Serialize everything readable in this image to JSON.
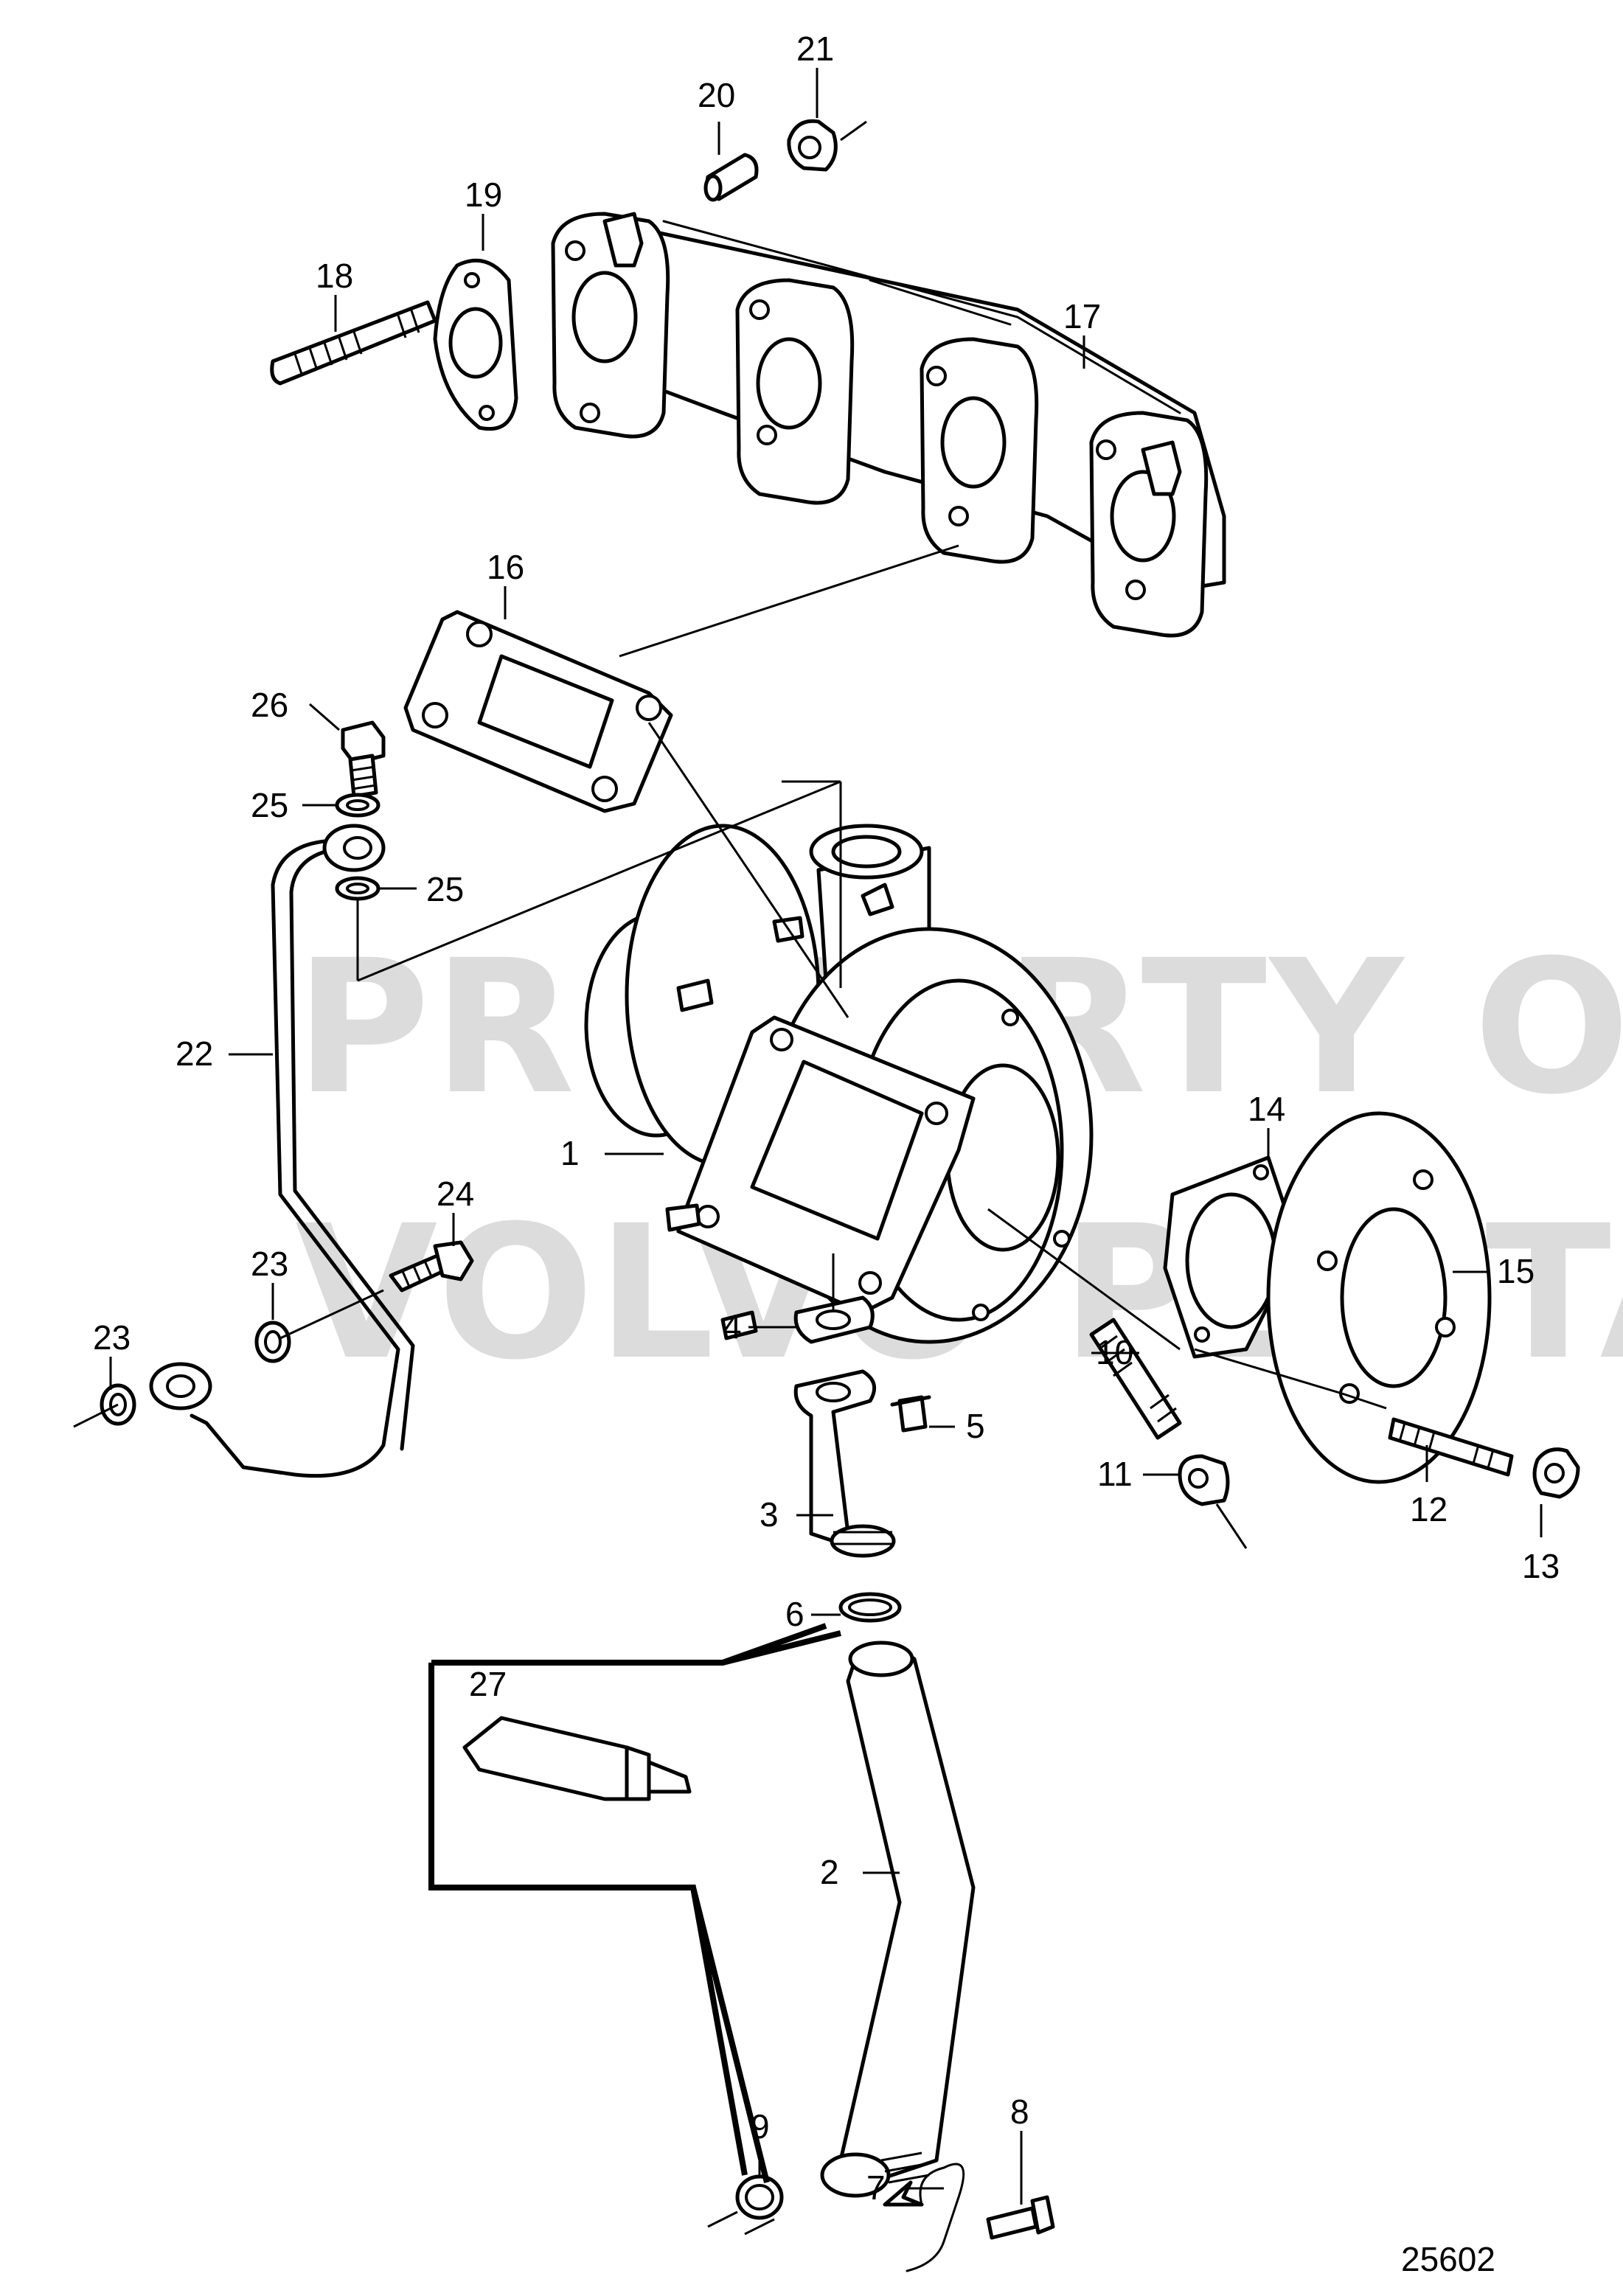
{
  "watermark": [
    "PROPERTY OF",
    "VOLVO PENTA"
  ],
  "figure_number": "25602",
  "callouts": [
    {
      "id": "c1",
      "label": "1"
    },
    {
      "id": "c2",
      "label": "2"
    },
    {
      "id": "c3",
      "label": "3"
    },
    {
      "id": "c4",
      "label": "4"
    },
    {
      "id": "c5",
      "label": "5"
    },
    {
      "id": "c6",
      "label": "6"
    },
    {
      "id": "c7",
      "label": "7"
    },
    {
      "id": "c8",
      "label": "8"
    },
    {
      "id": "c9",
      "label": "9"
    },
    {
      "id": "c10",
      "label": "10"
    },
    {
      "id": "c11",
      "label": "11"
    },
    {
      "id": "c12",
      "label": "12"
    },
    {
      "id": "c13",
      "label": "13"
    },
    {
      "id": "c14",
      "label": "14"
    },
    {
      "id": "c15",
      "label": "15"
    },
    {
      "id": "c16",
      "label": "16"
    },
    {
      "id": "c17",
      "label": "17"
    },
    {
      "id": "c18",
      "label": "18"
    },
    {
      "id": "c19",
      "label": "19"
    },
    {
      "id": "c20",
      "label": "20"
    },
    {
      "id": "c21",
      "label": "21"
    },
    {
      "id": "c22",
      "label": "22"
    },
    {
      "id": "c23a",
      "label": "23"
    },
    {
      "id": "c23b",
      "label": "23"
    },
    {
      "id": "c24",
      "label": "24"
    },
    {
      "id": "c25a",
      "label": "25"
    },
    {
      "id": "c25b",
      "label": "25"
    },
    {
      "id": "c26",
      "label": "26"
    },
    {
      "id": "c27",
      "label": "27"
    }
  ]
}
